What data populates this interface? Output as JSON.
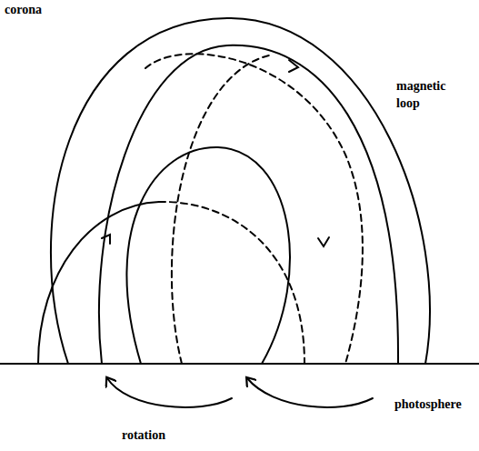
{
  "diagram": {
    "labels": [
      "corona",
      "magnetic loop",
      "photosphere",
      "rotation"
    ]
  }
}
